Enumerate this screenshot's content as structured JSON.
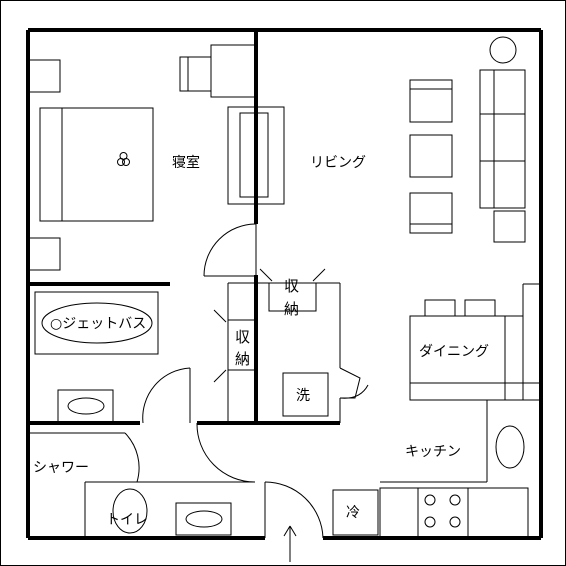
{
  "labels": {
    "bedroom": "寝室",
    "living": "リビング",
    "storage_top": [
      "収",
      "納"
    ],
    "storage_mid": [
      "収",
      "納"
    ],
    "jet_bath": "○ジェットバス",
    "dining": "ダイニング",
    "washer": "洗",
    "kitchen": "キッチン",
    "shower": "シャワー",
    "toilet": "トイレ",
    "fridge": "冷"
  }
}
